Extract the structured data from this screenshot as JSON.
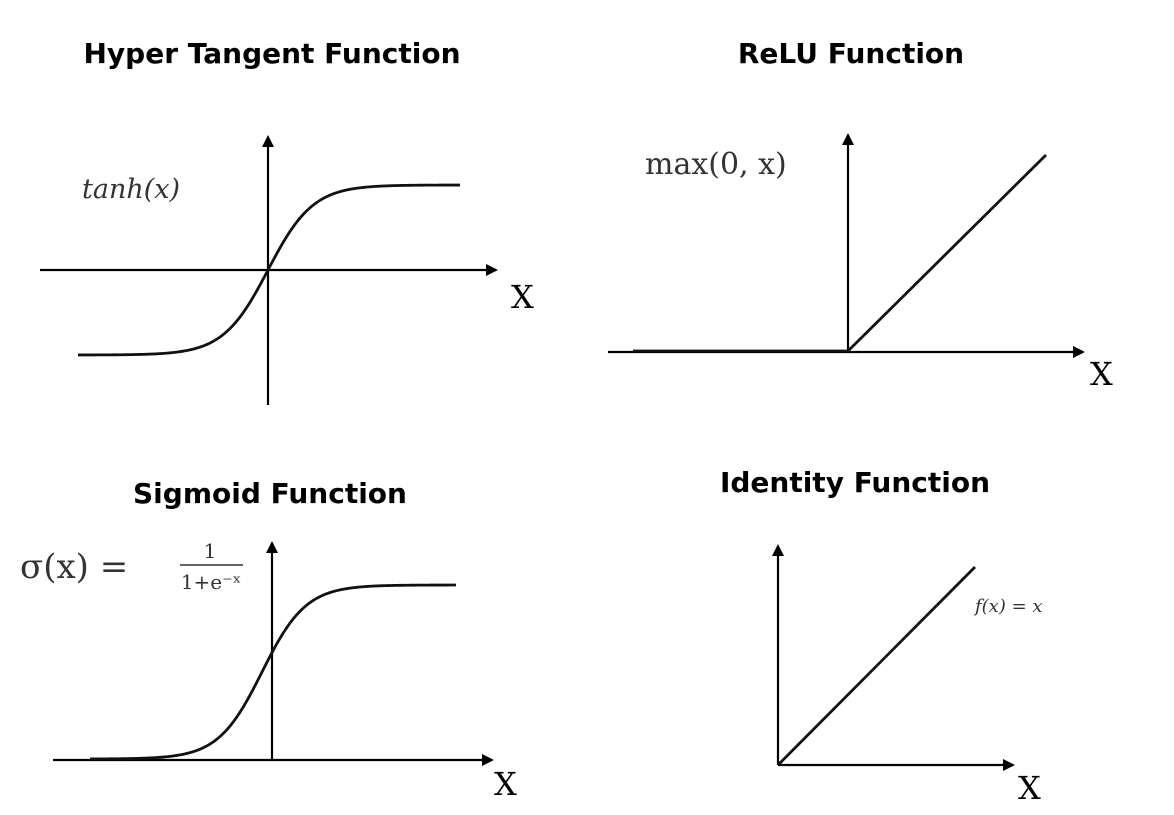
{
  "panels": {
    "tanh": {
      "title": "Hyper Tangent Function",
      "formula": "tanh(x)",
      "xlabel": "X"
    },
    "relu": {
      "title": "ReLU Function",
      "formula": "max(0, x)",
      "xlabel": "X"
    },
    "sigmoid": {
      "title": "Sigmoid Function",
      "formula_lhs": "σ(x) =",
      "formula_num": "1",
      "formula_den": "1+e⁻ˣ",
      "xlabel": "X"
    },
    "identity": {
      "title": "Identity Function",
      "formula": "f(x) = x",
      "xlabel": "X"
    }
  },
  "colors": {
    "ink": "#000000",
    "curve": "#111111",
    "formula": "#333333"
  }
}
